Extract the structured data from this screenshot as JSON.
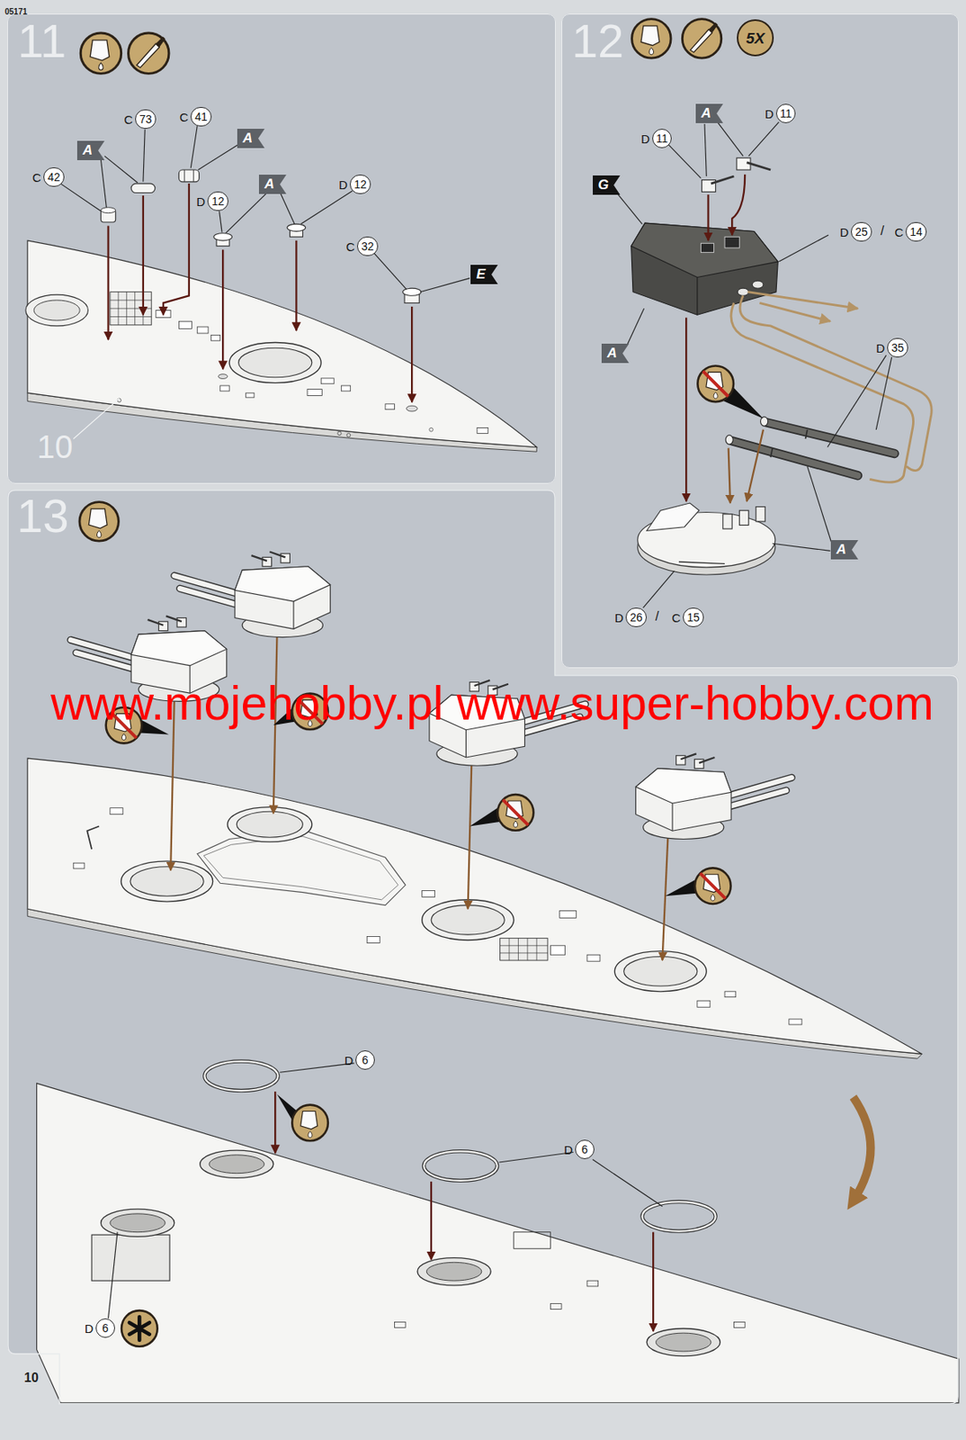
{
  "diagram": {
    "nodes": [
      {
        "text": [
          "11"
        ]
      },
      {
        "text": [
          "12"
        ]
      },
      {
        "text": [
          "13"
        ]
      },
      {
        "text": [
          "C",
          "73"
        ],
        "in": 0
      },
      {
        "text": [
          "C",
          "41"
        ],
        "in": 0
      },
      {
        "text": [
          "A"
        ],
        "in": 0
      },
      {
        "text": [
          "A"
        ],
        "in": 0
      },
      {
        "text": [
          "C",
          "42"
        ],
        "in": 0
      },
      {
        "text": [
          "A"
        ],
        "in": 0
      },
      {
        "text": [
          "D",
          "12"
        ],
        "in": 0
      },
      {
        "text": [
          "D",
          "12"
        ],
        "in": 0
      },
      {
        "text": [
          "C",
          "32"
        ],
        "in": 0
      },
      {
        "text": [
          "E"
        ],
        "in": 0
      },
      {
        "text": [
          "5X"
        ],
        "in": 1
      },
      {
        "text": [
          "A"
        ],
        "in": 1
      },
      {
        "text": [
          "D",
          "11"
        ],
        "in": 1
      },
      {
        "text": [
          "D",
          "11"
        ],
        "in": 1
      },
      {
        "text": [
          "G"
        ],
        "in": 1
      },
      {
        "text": [
          "D",
          "25"
        ],
        "in": 1
      },
      {
        "text": [
          "C",
          "14"
        ],
        "in": 1
      },
      {
        "text": [
          "D",
          "35"
        ],
        "in": 1
      },
      {
        "text": [
          "A"
        ],
        "in": 1
      },
      {
        "text": [
          "A"
        ],
        "in": 1
      },
      {
        "text": [
          "D",
          "26"
        ],
        "in": 1
      },
      {
        "text": [
          "C",
          "15"
        ],
        "in": 1
      },
      {
        "text": [
          "D",
          "6"
        ],
        "in": 2
      },
      {
        "text": [
          "D",
          "6"
        ],
        "in": 2
      },
      {
        "text": [
          "D",
          "6"
        ],
        "in": 2
      }
    ],
    "labels": [
      "05171",
      "10",
      "/",
      "/",
      "www.mojehobby.pl www.super-hobby.com",
      "10"
    ]
  }
}
